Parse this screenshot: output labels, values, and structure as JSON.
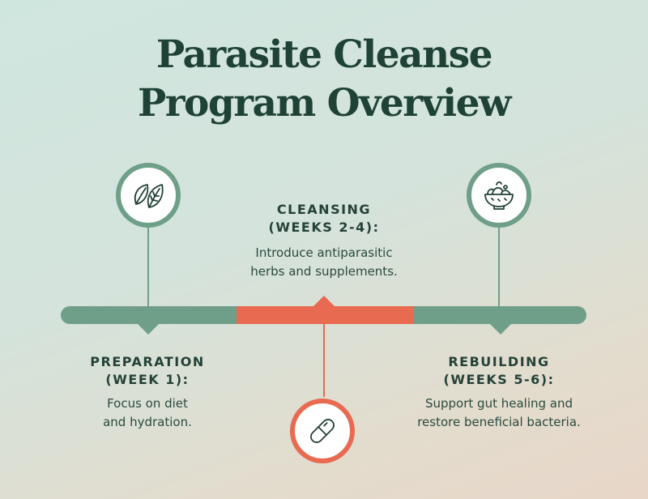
{
  "title": {
    "line1": "Parasite Cleanse",
    "line2": "Program Overview"
  },
  "colors": {
    "green": "#6f9f89",
    "coral": "#e86a50",
    "text": "#244238"
  },
  "phases": {
    "preparation": {
      "heading_line1": "PREPARATION",
      "heading_line2": "(WEEK 1):",
      "desc_line1": "Focus on diet",
      "desc_line2": "and hydration.",
      "icon": "leaves-icon"
    },
    "cleansing": {
      "heading_line1": "CLEANSING",
      "heading_line2": "(WEEKS 2-4):",
      "desc_line1": "Introduce antiparasitic",
      "desc_line2": "herbs and supplements.",
      "icon": "capsule-icon"
    },
    "rebuilding": {
      "heading_line1": "REBUILDING",
      "heading_line2": "(WEEKS 5-6):",
      "desc_line1": "Support gut healing and",
      "desc_line2": "restore beneficial bacteria.",
      "icon": "salad-bowl-icon"
    }
  }
}
